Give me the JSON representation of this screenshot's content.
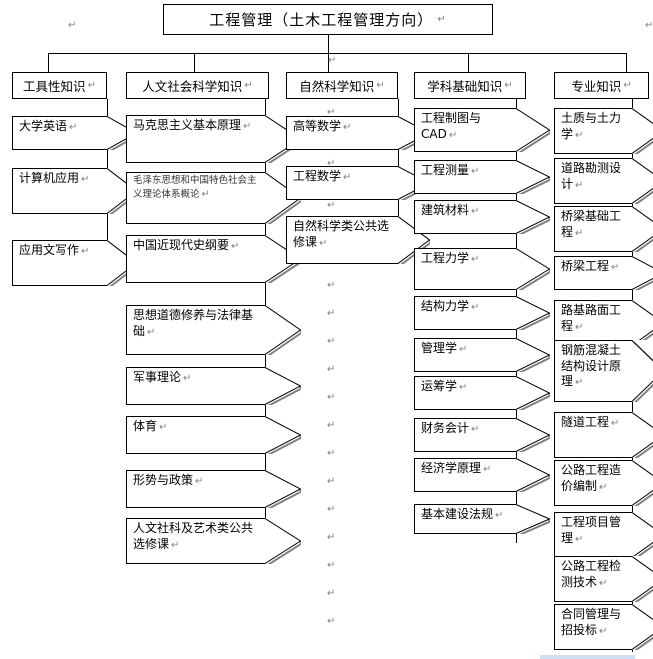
{
  "diagram": {
    "title": "工程管理（土木工程管理方向）",
    "title_mark": "↵",
    "type": "organization-tree",
    "line_color": "#000000",
    "box_fill": "#ffffff",
    "shadow_color": "#808080",
    "categories": [
      {
        "id": "tool",
        "label": "工具性知识",
        "courses": [
          "大学英语",
          "计算机应用",
          "应用文写作"
        ]
      },
      {
        "id": "humanities",
        "label": "人文社会科学知识",
        "courses": [
          "马克思主义基本原理",
          "毛泽东思想和中国特色社会主义理论体系概论",
          "中国近现代史纲要",
          "思想道德修养与法律基础",
          "军事理论",
          "体育",
          "形势与政策",
          "人文社科及艺术类公共选修课"
        ]
      },
      {
        "id": "science",
        "label": "自然科学知识",
        "courses": [
          "高等数学",
          "工程数学",
          "自然科学类公共选修课"
        ]
      },
      {
        "id": "discipline",
        "label": "学科基础知识",
        "courses": [
          "工程制图与CAD",
          "工程测量",
          "建筑材料",
          "工程力学",
          "结构力学",
          "管理学",
          "运筹学",
          "财务会计",
          "经济学原理",
          "基本建设法规"
        ]
      },
      {
        "id": "professional",
        "label": "专业知识",
        "courses": [
          "土质与土力学",
          "道路勘测设计",
          "桥梁基础工程",
          "桥梁工程",
          "路基路面工程",
          "钢筋混凝土结构设计原理",
          "隧道工程",
          "公路工程造价编制",
          "工程项目管理",
          "公路工程检测技术",
          "合同管理与招投标"
        ]
      }
    ],
    "paragraph_mark": "↵"
  }
}
